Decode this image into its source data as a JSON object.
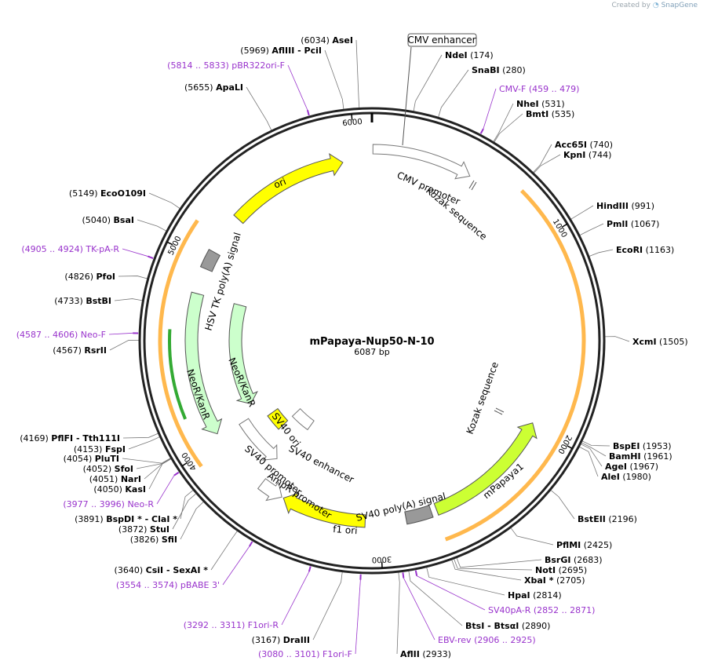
{
  "credit": {
    "prefix": "Created by",
    "brand": "SnapGene"
  },
  "plasmid": {
    "name": "mPapaya-Nup50-N-10",
    "length_label": "6087 bp",
    "length": 6087
  },
  "ticks": [
    {
      "pos": 1000,
      "label": "1000"
    },
    {
      "pos": 2000,
      "label": "2000"
    },
    {
      "pos": 3000,
      "label": "3000"
    },
    {
      "pos": 4000,
      "label": "4000"
    },
    {
      "pos": 5000,
      "label": "5000"
    },
    {
      "pos": 6000,
      "label": "6000"
    }
  ],
  "colors": {
    "backbone": "#222222",
    "primer": "#9933cc",
    "ori": "#ffff00",
    "neo": "#ccffcc",
    "mpapaya": "#ccff33",
    "orf": "#ffb84d",
    "polya": "#999999"
  },
  "sites": [
    {
      "name": "AseI",
      "pos": "(6034)",
      "bp": 6034
    },
    {
      "name": "AflIII  - PciI",
      "pos": "(5969)",
      "bp": 5969
    },
    {
      "name": "ApaLI",
      "pos": "(5655)",
      "bp": 5655
    },
    {
      "name": "EcoO109I",
      "pos": "(5149)",
      "bp": 5149
    },
    {
      "name": "BsaI",
      "pos": "(5040)",
      "bp": 5040
    },
    {
      "name": "PfoI",
      "pos": "(4826)",
      "bp": 4826
    },
    {
      "name": "BstBI",
      "pos": "(4733)",
      "bp": 4733
    },
    {
      "name": "RsrII",
      "pos": "(4567)",
      "bp": 4567
    },
    {
      "name": "PflFI  - Tth111I",
      "pos": "(4169)",
      "bp": 4169
    },
    {
      "name": "FspI",
      "pos": "(4153)",
      "bp": 4153
    },
    {
      "name": "PluTI",
      "pos": "(4054)",
      "bp": 4054
    },
    {
      "name": "SfoI",
      "pos": "(4052)",
      "bp": 4052
    },
    {
      "name": "NarI",
      "pos": "(4051)",
      "bp": 4051
    },
    {
      "name": "KasI",
      "pos": "(4050)",
      "bp": 4050
    },
    {
      "name": "BspDI *  - ClaI *",
      "pos": "(3891)",
      "bp": 3891
    },
    {
      "name": "StuI",
      "pos": "(3872)",
      "bp": 3872
    },
    {
      "name": "SfiI",
      "pos": "(3826)",
      "bp": 3826
    },
    {
      "name": "CsiI  - SexAI *",
      "pos": "(3640)",
      "bp": 3640
    },
    {
      "name": "DraIII",
      "pos": "(3167)",
      "bp": 3167
    },
    {
      "name": "AflII",
      "pos": "(2933)",
      "bp": 2933
    },
    {
      "name": "BtsI  - BtsαI",
      "pos": "(2890)",
      "bp": 2890
    },
    {
      "name": "HpaI",
      "pos": "(2814)",
      "bp": 2814
    },
    {
      "name": "XbaI *",
      "pos": "(2705)",
      "bp": 2705
    },
    {
      "name": "NotI",
      "pos": "(2695)",
      "bp": 2695
    },
    {
      "name": "BsrGI",
      "pos": "(2683)",
      "bp": 2683
    },
    {
      "name": "PflMI",
      "pos": "(2425)",
      "bp": 2425
    },
    {
      "name": "BstEII",
      "pos": "(2196)",
      "bp": 2196
    },
    {
      "name": "AleI",
      "pos": "(1980)",
      "bp": 1980
    },
    {
      "name": "AgeI",
      "pos": "(1967)",
      "bp": 1967
    },
    {
      "name": "BamHI",
      "pos": "(1961)",
      "bp": 1961
    },
    {
      "name": "BspEI",
      "pos": "(1953)",
      "bp": 1953
    },
    {
      "name": "XcmI",
      "pos": "(1505)",
      "bp": 1505
    },
    {
      "name": "EcoRI",
      "pos": "(1163)",
      "bp": 1163
    },
    {
      "name": "PmlI",
      "pos": "(1067)",
      "bp": 1067
    },
    {
      "name": "HindIII",
      "pos": "(991)",
      "bp": 991
    },
    {
      "name": "KpnI",
      "pos": "(744)",
      "bp": 744
    },
    {
      "name": "Acc65I",
      "pos": "(740)",
      "bp": 740
    },
    {
      "name": "BmtI",
      "pos": "(535)",
      "bp": 535
    },
    {
      "name": "NheI",
      "pos": "(531)",
      "bp": 531
    },
    {
      "name": "SnaBI",
      "pos": "(280)",
      "bp": 280
    },
    {
      "name": "NdeI",
      "pos": "(174)",
      "bp": 174
    }
  ],
  "primers": [
    {
      "label": "(5814 .. 5833)  pBR322ori-F",
      "bp": 5823
    },
    {
      "label": "(4905 .. 4924)  TK-pA-R",
      "bp": 4914
    },
    {
      "label": "(4587 .. 4606)  Neo-F",
      "bp": 4596
    },
    {
      "label": "(3977 .. 3996)  Neo-R",
      "bp": 3986
    },
    {
      "label": "(3554 .. 3574)  pBABE 3'",
      "bp": 3564
    },
    {
      "label": "(3292 .. 3311)  F1ori-R",
      "bp": 3301
    },
    {
      "label": "(3080 .. 3101)  F1ori-F",
      "bp": 3090
    },
    {
      "label": "EBV-rev   (2906 .. 2925)",
      "bp": 2915
    },
    {
      "label": "SV40pA-R   (2852 .. 2871)",
      "bp": 2861
    },
    {
      "label": "CMV-F   (459 .. 479)",
      "bp": 469
    }
  ],
  "features": {
    "cmv_enhancer": "CMV enhancer",
    "cmv_promoter": "CMV promoter",
    "kozak1": "Kozak sequence",
    "kozak2": "Kozak sequence",
    "mpapaya": "mPapaya1",
    "sv40_polya": "SV40 poly(A) signal",
    "f1_ori": "f1 ori",
    "ampr_promoter": "AmpR promoter",
    "sv40_promoter": "SV40 promoter",
    "sv40_enhancer": "SV40 enhancer",
    "sv40_ori": "SV40 ori",
    "neor_outer": "NeoR/KanR",
    "neor_inner": "NeoR/KanR",
    "hsv_tk": "HSV TK poly(A) signal",
    "ori": "ori"
  }
}
